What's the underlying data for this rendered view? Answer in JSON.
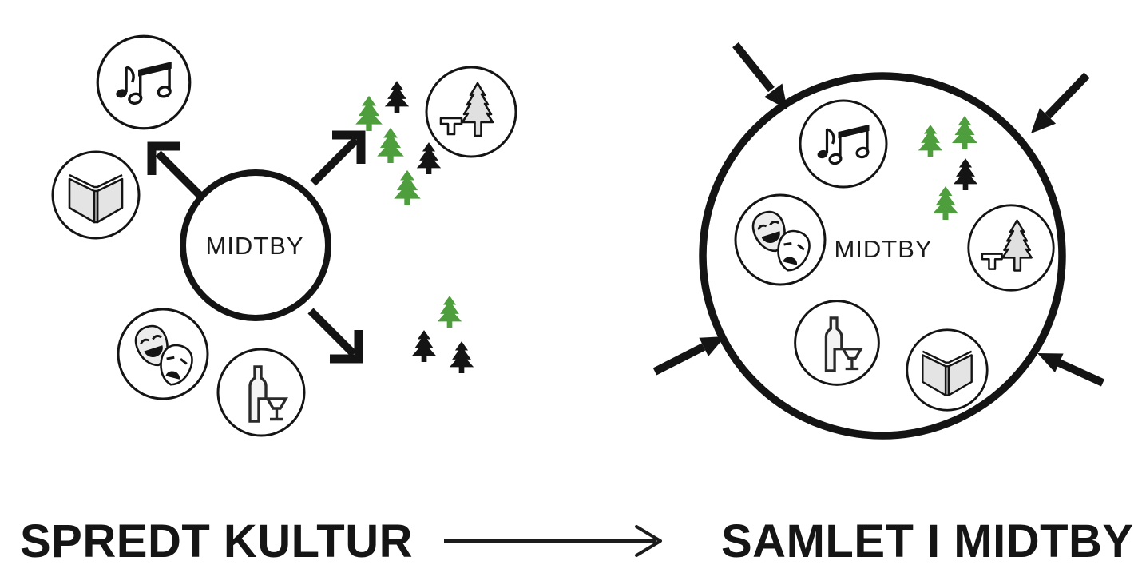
{
  "left_diagram": {
    "center_label": "MIDTBY",
    "caption": "SPREDT KULTUR"
  },
  "right_diagram": {
    "center_label": "MIDTBY",
    "caption": "SAMLET I MIDTBY"
  },
  "colors": {
    "ink": "#141414",
    "tree_green": "#4f9e3e",
    "tree_black": "#141414",
    "icon_fill": "#e4e4e4"
  },
  "icons": {
    "music": "music-notes-icon",
    "book": "open-book-icon",
    "masks": "theater-masks-icon",
    "wine": "wine-bottle-and-glass-icon",
    "park": "park-tree-and-bench-icon",
    "tree": "pine-tree-icon"
  }
}
